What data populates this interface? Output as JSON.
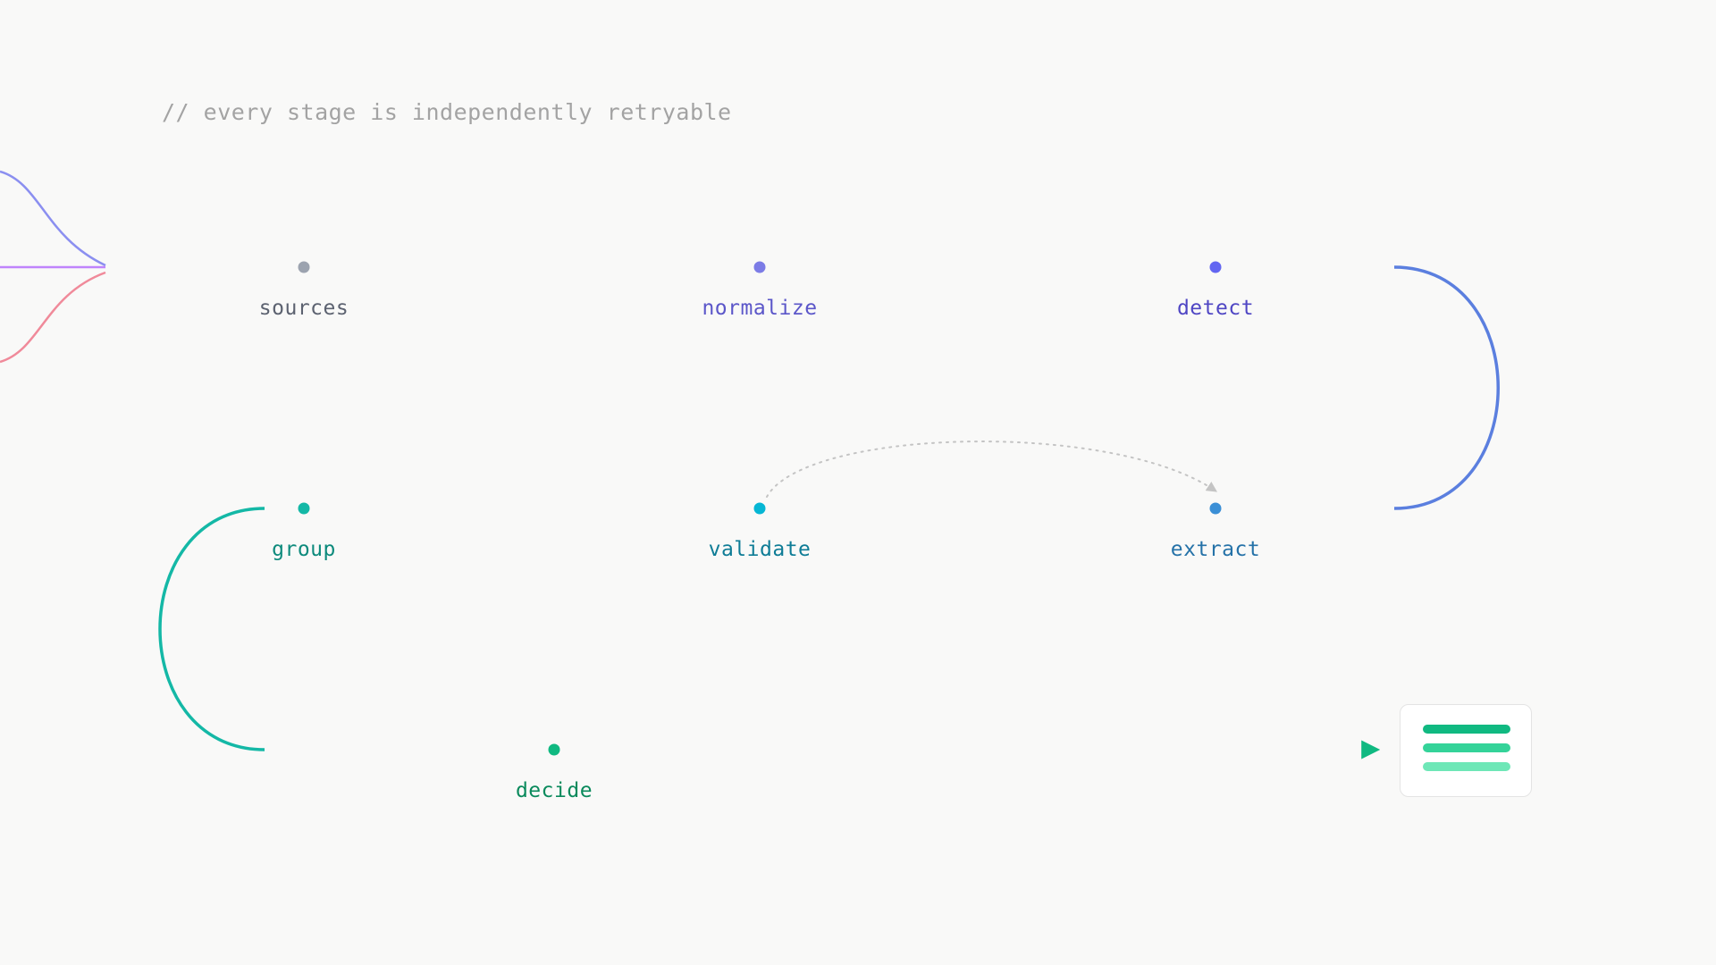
{
  "comment": "// every stage is independently retryable",
  "stages": [
    {
      "label": "sources",
      "color": "#9ca3af",
      "label_color": "#5c6270"
    },
    {
      "label": "normalize",
      "color": "#7c7ce6",
      "label_color": "#5b56c9"
    },
    {
      "label": "detect",
      "color": "#6366f1",
      "label_color": "#4f46c4"
    },
    {
      "label": "extract",
      "color": "#3b8fd6",
      "label_color": "#2572a8"
    },
    {
      "label": "validate",
      "color": "#06b6d4",
      "label_color": "#0e7c96"
    },
    {
      "label": "group",
      "color": "#14b8a6",
      "label_color": "#0d8a7c"
    },
    {
      "label": "decide",
      "color": "#10b981",
      "label_color": "#0a8a5c"
    }
  ],
  "input_colors": [
    "#8b8ff0",
    "#c084fc",
    "#f08a9a"
  ],
  "retry_arrow": {
    "from": "validate",
    "to": "extract",
    "style": "dotted",
    "color": "#c4c4c4"
  },
  "output": {
    "icon": "document-lines-icon",
    "line_colors": [
      "#10b981",
      "#34d399",
      "#6ee7b7"
    ]
  }
}
